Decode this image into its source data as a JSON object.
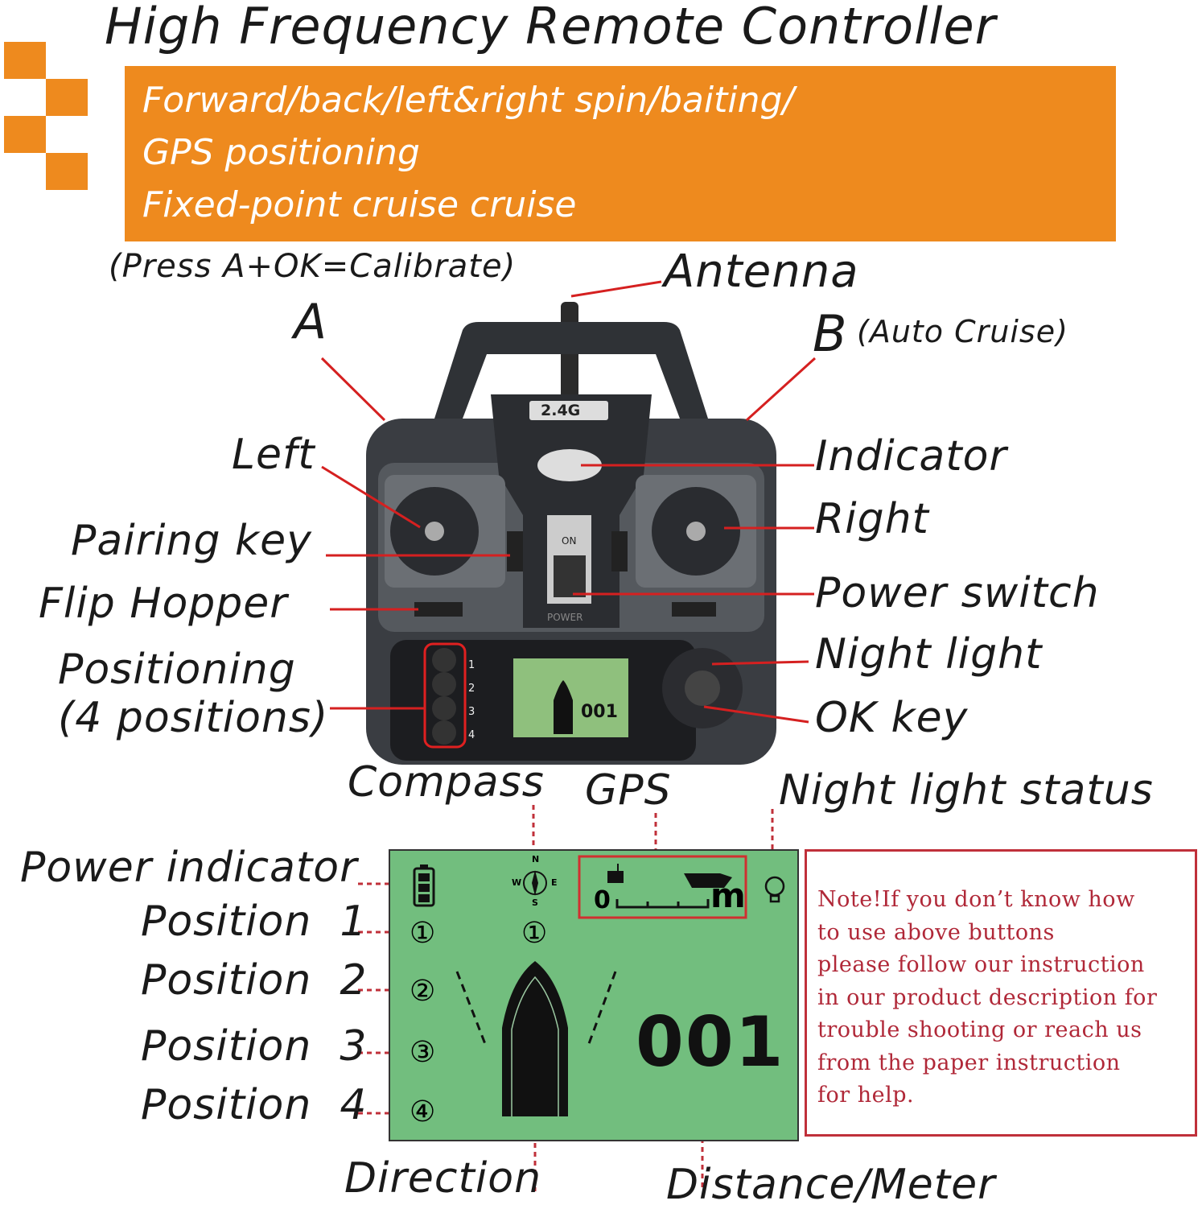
{
  "title": "High Frequency Remote Controller",
  "banner": {
    "line1": "Forward/back/left&right spin/baiting/",
    "line2": "GPS positioning",
    "line3": "Fixed-point cruise cruise"
  },
  "calibrate_note": "(Press A+OK=Calibrate)",
  "controller": {
    "frequency_badge": "2.4G",
    "switch_on": "ON",
    "power_text": "POWER",
    "position_numbers": [
      "1",
      "2",
      "3",
      "4"
    ],
    "mini_screen_value": "001"
  },
  "labels": {
    "antenna": "Antenna",
    "a": "A",
    "b": "B",
    "auto_cruise": "(Auto Cruise)",
    "left": "Left",
    "pairing_key": "Pairing key",
    "flip_hopper": "Flip Hopper",
    "positioning": "Positioning",
    "four_positions": "(4 positions)",
    "indicator": "Indicator",
    "right": "Right",
    "power_switch": "Power switch",
    "night_light": "Night light",
    "ok_key": "OK key",
    "compass": "Compass",
    "gps": "GPS",
    "night_light_status": "Night light status",
    "power_indicator": "Power indicator",
    "position_1": "Position  1",
    "position_2": "Position  2",
    "position_3": "Position  3",
    "position_4": "Position  4",
    "direction": "Direction",
    "distance_meter": "Distance/Meter"
  },
  "lcd": {
    "compass": {
      "n": "N",
      "s": "S",
      "w": "W",
      "e": "E"
    },
    "position_markers": [
      "①",
      "②",
      "③",
      "④"
    ],
    "active_position": "①",
    "gps_zero": "0",
    "gps_unit": "m",
    "distance": "001"
  },
  "note": {
    "lines": [
      "Note!If you don’t know how",
      "to use above buttons",
      "please follow our instruction",
      "in our product description for",
      "trouble shooting or reach us",
      "from the paper instruction",
      "for help."
    ]
  },
  "colors": {
    "orange": "#EE8A1E",
    "lcd_green": "#72BE7E",
    "red": "#c0303a"
  }
}
